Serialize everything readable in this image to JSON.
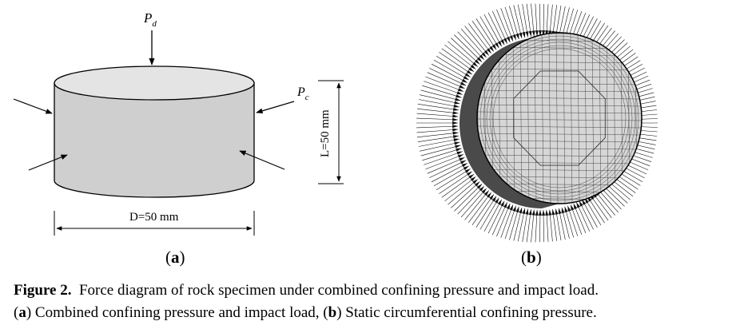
{
  "panel_a": {
    "load_label_main": "P",
    "load_label_sub": "d",
    "confining_label_main": "P",
    "confining_label_sub": "c",
    "length_label": "L=50 mm",
    "diameter_label": "D=50 mm",
    "panel_letter": "a"
  },
  "panel_b": {
    "panel_letter": "b"
  },
  "caption": {
    "figure_label": "Figure 2.",
    "title": "Force diagram of rock specimen under combined confining pressure and impact load.",
    "sub_a_letter": "a",
    "sub_a_text": "Combined confining pressure and impact load,",
    "sub_b_letter": "b",
    "sub_b_text": "Static circumferential confining pressure."
  },
  "colors": {
    "specimen_fill": "#cfcfcf",
    "specimen_top": "#e4e4e4",
    "mesh_fill": "#d6d6d6",
    "line": "#000000"
  }
}
